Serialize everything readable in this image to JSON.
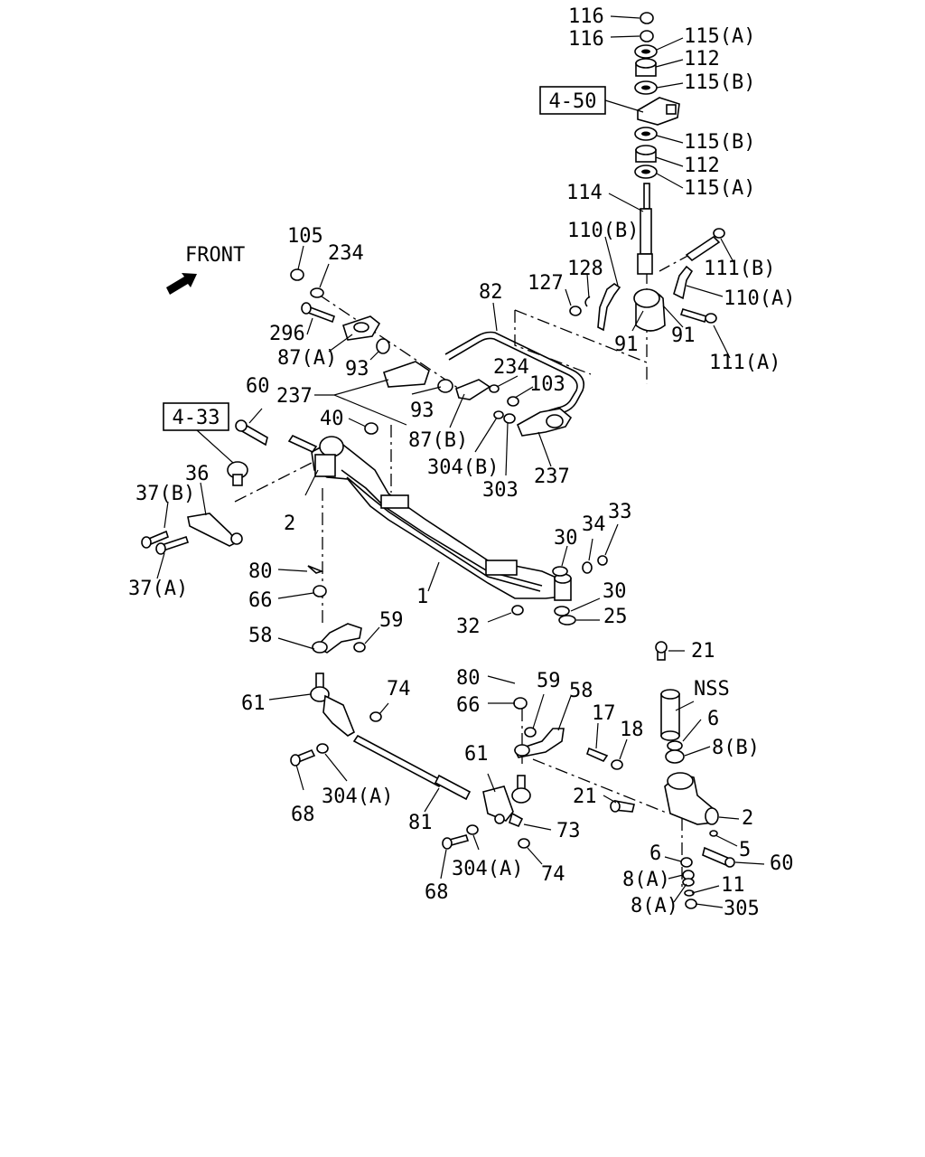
{
  "diagram": {
    "front_label": "FRONT",
    "ref_boxes": [
      "4-50",
      "4-33"
    ],
    "callouts": [
      {
        "id": "c1",
        "text": "116"
      },
      {
        "id": "c2",
        "text": "116"
      },
      {
        "id": "c3",
        "text": "115(A)"
      },
      {
        "id": "c4",
        "text": "112"
      },
      {
        "id": "c5",
        "text": "115(B)"
      },
      {
        "id": "c6",
        "text": "115(B)"
      },
      {
        "id": "c7",
        "text": "112"
      },
      {
        "id": "c8",
        "text": "115(A)"
      },
      {
        "id": "c9",
        "text": "114"
      },
      {
        "id": "c10",
        "text": "110(B)"
      },
      {
        "id": "c11",
        "text": "111(B)"
      },
      {
        "id": "c12",
        "text": "128"
      },
      {
        "id": "c13",
        "text": "127"
      },
      {
        "id": "c14",
        "text": "110(A)"
      },
      {
        "id": "c15",
        "text": "91"
      },
      {
        "id": "c16",
        "text": "91"
      },
      {
        "id": "c17",
        "text": "111(A)"
      },
      {
        "id": "c18",
        "text": "105"
      },
      {
        "id": "c19",
        "text": "234"
      },
      {
        "id": "c20",
        "text": "82"
      },
      {
        "id": "c21",
        "text": "296"
      },
      {
        "id": "c22",
        "text": "87(A)"
      },
      {
        "id": "c23",
        "text": "93"
      },
      {
        "id": "c24",
        "text": "234"
      },
      {
        "id": "c25",
        "text": "103"
      },
      {
        "id": "c26",
        "text": "60"
      },
      {
        "id": "c27",
        "text": "237"
      },
      {
        "id": "c28",
        "text": "93"
      },
      {
        "id": "c29",
        "text": "40"
      },
      {
        "id": "c30",
        "text": "87(B)"
      },
      {
        "id": "c31",
        "text": "304(B)"
      },
      {
        "id": "c32",
        "text": "237"
      },
      {
        "id": "c33",
        "text": "303"
      },
      {
        "id": "c34",
        "text": "36"
      },
      {
        "id": "c35",
        "text": "37(B)"
      },
      {
        "id": "c36",
        "text": "2"
      },
      {
        "id": "c37",
        "text": "37(A)"
      },
      {
        "id": "c38",
        "text": "30"
      },
      {
        "id": "c39",
        "text": "34"
      },
      {
        "id": "c40",
        "text": "33"
      },
      {
        "id": "c41",
        "text": "80"
      },
      {
        "id": "c42",
        "text": "66"
      },
      {
        "id": "c43",
        "text": "1"
      },
      {
        "id": "c44",
        "text": "30"
      },
      {
        "id": "c45",
        "text": "32"
      },
      {
        "id": "c46",
        "text": "25"
      },
      {
        "id": "c47",
        "text": "59"
      },
      {
        "id": "c48",
        "text": "58"
      },
      {
        "id": "c49",
        "text": "21"
      },
      {
        "id": "c50",
        "text": "NSS"
      },
      {
        "id": "c51",
        "text": "61"
      },
      {
        "id": "c52",
        "text": "74"
      },
      {
        "id": "c53",
        "text": "80"
      },
      {
        "id": "c54",
        "text": "59"
      },
      {
        "id": "c55",
        "text": "58"
      },
      {
        "id": "c56",
        "text": "66"
      },
      {
        "id": "c57",
        "text": "6"
      },
      {
        "id": "c58",
        "text": "17"
      },
      {
        "id": "c59",
        "text": "18"
      },
      {
        "id": "c60",
        "text": "8(B)"
      },
      {
        "id": "c61",
        "text": "61"
      },
      {
        "id": "c62",
        "text": "68"
      },
      {
        "id": "c63",
        "text": "304(A)"
      },
      {
        "id": "c64",
        "text": "21"
      },
      {
        "id": "c65",
        "text": "2"
      },
      {
        "id": "c66",
        "text": "81"
      },
      {
        "id": "c67",
        "text": "73"
      },
      {
        "id": "c68",
        "text": "5"
      },
      {
        "id": "c69",
        "text": "6"
      },
      {
        "id": "c70",
        "text": "60"
      },
      {
        "id": "c71",
        "text": "304(A)"
      },
      {
        "id": "c72",
        "text": "74"
      },
      {
        "id": "c73",
        "text": "8(A)"
      },
      {
        "id": "c74",
        "text": "11"
      },
      {
        "id": "c75",
        "text": "68"
      },
      {
        "id": "c76",
        "text": "8(A)"
      },
      {
        "id": "c77",
        "text": "305"
      }
    ]
  }
}
